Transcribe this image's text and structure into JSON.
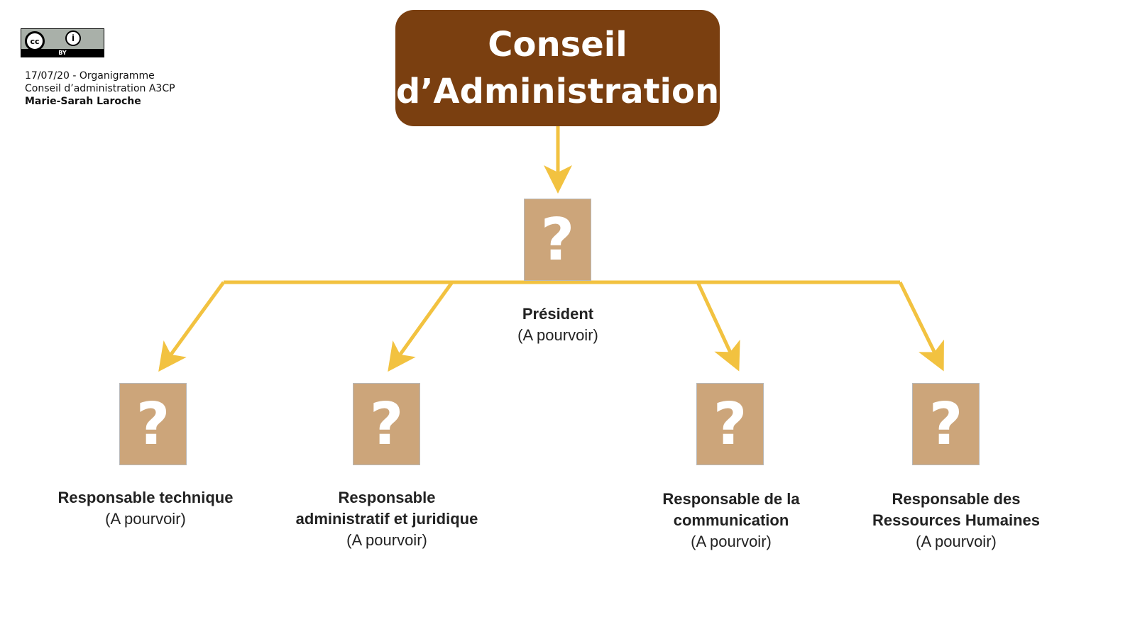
{
  "license": {
    "badge_text": "BY",
    "cc_text": "cc"
  },
  "meta": {
    "line1": "17/07/20 - Organigramme",
    "line2": "Conseil d’administration A3CP",
    "author": "Marie-Sarah Laroche"
  },
  "title": {
    "line1": "Conseil",
    "line2": "d’Administration"
  },
  "placeholder_symbol": "?",
  "president": {
    "role": "Président",
    "status": "(A pourvoir)"
  },
  "roles": [
    {
      "line1": "Responsable technique",
      "line2": "",
      "status": "(A pourvoir)"
    },
    {
      "line1": "Responsable",
      "line2": "administratif et juridique",
      "status": "(A pourvoir)"
    },
    {
      "line1": "Responsable de la",
      "line2": "communication",
      "status": "(A pourvoir)"
    },
    {
      "line1": "Responsable des",
      "line2": "Ressources Humaines",
      "status": "(A pourvoir)"
    }
  ],
  "colors": {
    "title_bg": "#7a3f10",
    "box": "#cca57a",
    "connector": "#f2c240"
  }
}
